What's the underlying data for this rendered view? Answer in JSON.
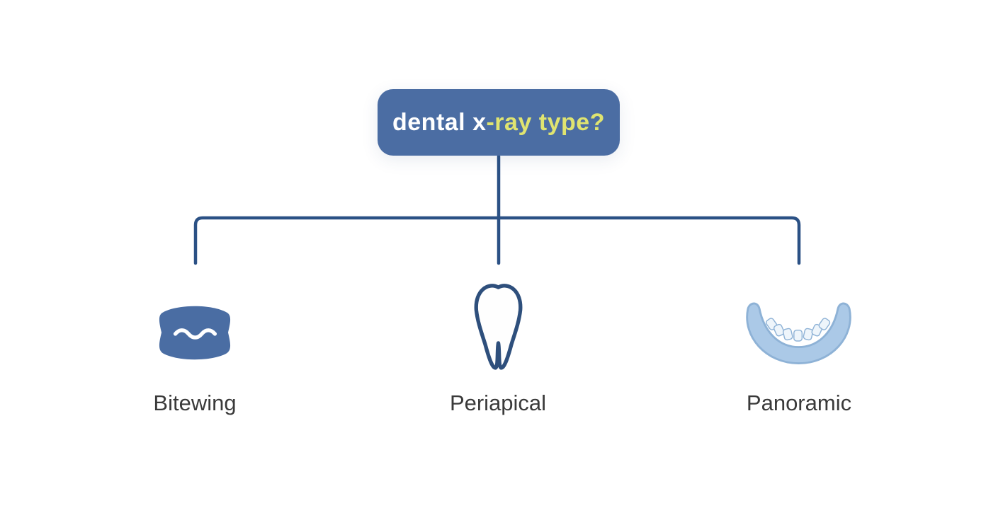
{
  "diagram": {
    "title": "dental x-ray type decision diagram",
    "root": {
      "label_part1": "dental x",
      "label_part2": "-ray type?",
      "bg_color": "#4b6da3",
      "part1_color": "#ffffff",
      "part2_color": "#dfe470"
    },
    "connector_color": "#2b5185",
    "children": [
      {
        "label": "Bitewing",
        "icon": "bitewing-film-icon"
      },
      {
        "label": "Periapical",
        "icon": "tooth-icon"
      },
      {
        "label": "Panoramic",
        "icon": "jaw-arch-icon"
      }
    ],
    "icon_colors": {
      "bitewing_fill": "#4a6da3",
      "bitewing_squiggle": "#ffffff",
      "tooth_outline": "#2e4f7c",
      "jaw_fill": "#abc9e7",
      "jaw_outline": "#8eb2d6",
      "teeth_fill": "#eef5fb"
    }
  }
}
